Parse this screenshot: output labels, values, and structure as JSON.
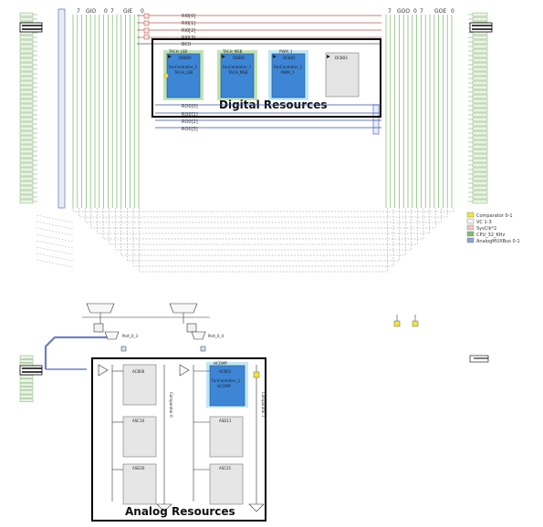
{
  "digital_title": "Digital Resources",
  "analog_title": "Analog Resources",
  "top_left_bus_labels": [
    "7",
    "GIO",
    "0",
    "7",
    "GIE",
    "0"
  ],
  "top_right_bus_labels": [
    "7",
    "GOO",
    "0",
    "7",
    "GOE",
    "0"
  ],
  "ri_labels": [
    "RI0[0]",
    "RI0[1]",
    "RI0[2]",
    "RI0[3]"
  ],
  "bc_label": "BC0",
  "ro_labels": [
    "RO0[0]",
    "RO0[1]",
    "RO0[2]",
    "RO0[3]"
  ],
  "digital_blocks": [
    {
      "header": "TACH_LSB",
      "id": "DBB00",
      "line1": "FanController_1",
      "line2": "TACH_LSB",
      "color": "#3d86d6",
      "halo": "#74c46a"
    },
    {
      "header": "TACH_MSB",
      "id": "DBB01",
      "line1": "FanController_1",
      "line2": "TACH_MSB",
      "color": "#3d86d6",
      "halo": "#74c46a"
    },
    {
      "header": "PWM_1",
      "id": "DCB02",
      "line1": "FanController_1",
      "line2": "PWM_1",
      "color": "#3d86d6",
      "halo": "#7fd3ef"
    },
    {
      "header": "",
      "id": "DCB03",
      "line1": "",
      "line2": "",
      "color": "#dedede",
      "halo": ""
    }
  ],
  "analog_left": [
    "ACB00",
    "ASC10",
    "ASD20"
  ],
  "analog_right_used": {
    "header": "HCOMP",
    "id": "ACB01",
    "line1": "FanController_1",
    "line2": "HCOMP"
  },
  "analog_right": [
    "ASD11",
    "ASC21"
  ],
  "comparator_labels": [
    "Comparator 0",
    "Comparator 1"
  ],
  "mux_labels": [
    "Port_0_3",
    "Port_0_4"
  ],
  "legend": [
    {
      "label": "Comparator 0-1",
      "color": "#f2e33a"
    },
    {
      "label": "VC 1-3",
      "color": "#f4f4f4"
    },
    {
      "label": "SysClk*2",
      "color": "#f2c7c0"
    },
    {
      "label": "CPU_32_KHz",
      "color": "#79c26a"
    },
    {
      "label": "AnalogMUXBus 0-1",
      "color": "#8da0d8"
    }
  ]
}
